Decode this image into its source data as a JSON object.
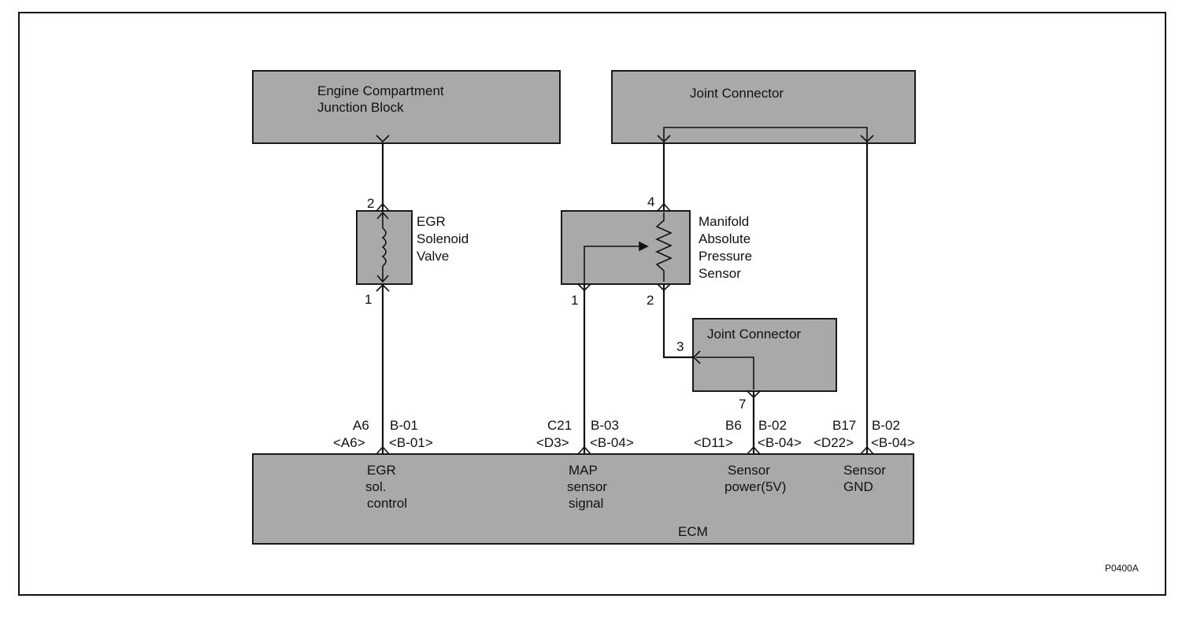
{
  "diagram": {
    "code": "P0400A",
    "ecj": {
      "line1": "Engine Compartment",
      "line2": "Junction Block"
    },
    "jc_top": {
      "name": "Joint Connector"
    },
    "jc_mid": {
      "name": "Joint Connector"
    },
    "egr": {
      "line1": "EGR",
      "line2": "Solenoid",
      "line3": "Valve",
      "pin_top": "2",
      "pin_bottom": "1"
    },
    "map": {
      "line1": "Manifold",
      "line2": "Absolute",
      "line3": "Pressure",
      "line4": "Sensor",
      "pin_top": "4",
      "pin_left": "1",
      "pin_right": "2"
    },
    "jc_mid_pins": {
      "in": "3",
      "out": "7"
    },
    "ecm": {
      "name": "ECM",
      "egr_ctrl": {
        "line1": "EGR",
        "line2": "sol.",
        "line3": "control"
      },
      "map_sig": {
        "line1": "MAP",
        "line2": "sensor",
        "line3": "signal"
      },
      "sens_pwr": {
        "line1": "Sensor",
        "line2": "power(5V)"
      },
      "sens_gnd": {
        "line1": "Sensor",
        "line2": "GND"
      }
    },
    "term": {
      "a6": {
        "pin": "A6",
        "alt": "<A6>",
        "conn": "B-01",
        "conn_alt": "<B-01>"
      },
      "c21": {
        "pin": "C21",
        "alt": "<D3>",
        "conn": "B-03",
        "conn_alt": "<B-04>"
      },
      "b6": {
        "pin": "B6",
        "alt": "<D11>",
        "conn": "B-02",
        "conn_alt": "<B-04>"
      },
      "b17": {
        "pin": "B17",
        "alt": "<D22>",
        "conn": "B-02",
        "conn_alt": "<B-04>"
      }
    }
  }
}
